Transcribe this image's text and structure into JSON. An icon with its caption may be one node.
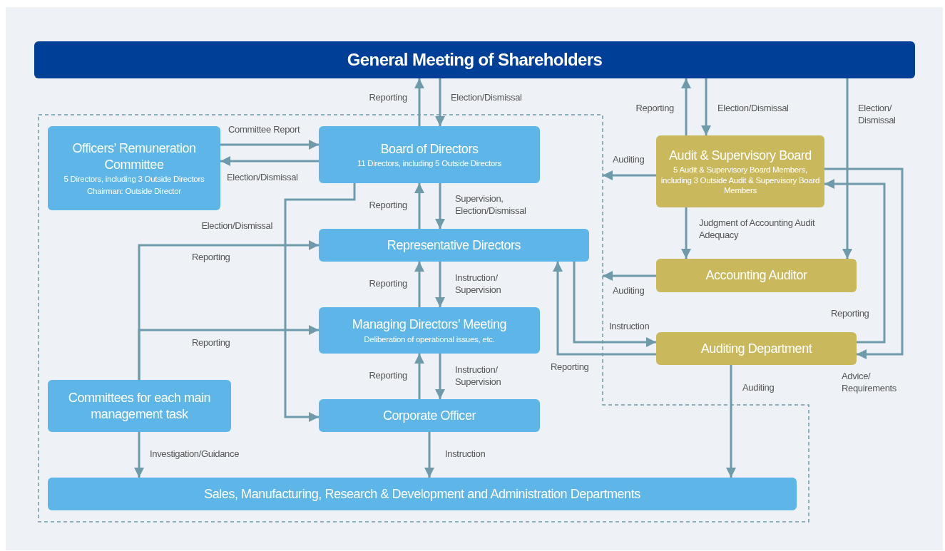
{
  "diagram": {
    "nodes": [
      {
        "text": [
          "General Meeting of Shareholders"
        ]
      },
      {
        "text": [],
        "shape": "box"
      },
      {
        "text": [
          "Officers’ Remuneration Committee",
          "5 Directors, including 3 Outside Directors",
          "Chairman: Outside Director"
        ],
        "in": 1
      },
      {
        "text": [
          "Board of Directors",
          "11 Directors, including 5 Outside Directors"
        ],
        "in": 1
      },
      {
        "text": [
          "Representative Directors"
        ],
        "in": 1
      },
      {
        "text": [
          "Managing Directors’ Meeting",
          "Deliberation of operational issues, etc."
        ],
        "in": 1
      },
      {
        "text": [
          "Committees for each main management task"
        ],
        "in": 1
      },
      {
        "text": [
          "Corporate Officer"
        ],
        "in": 1
      },
      {
        "text": [
          "Sales, Manufacturing, Research & Development and Administration Departments"
        ],
        "in": 1
      },
      {
        "text": [
          "Audit & Supervisory Board",
          "5 Audit & Supervisory Board Members, including 3 Outside Audit & Supervisory Board Members"
        ]
      },
      {
        "text": [
          "Accounting Auditor"
        ]
      },
      {
        "text": [
          "Auditing Department"
        ]
      }
    ],
    "edges": [
      {
        "from": 3,
        "to": 0,
        "arrow": "to",
        "label": "Reporting"
      },
      {
        "from": 0,
        "to": 3,
        "arrow": "to",
        "label": "Election/Dismissal"
      },
      {
        "from": 2,
        "to": 3,
        "arrow": "to",
        "label": "Committee Report"
      },
      {
        "from": 3,
        "to": 2,
        "arrow": "to",
        "label": "Election/Dismissal"
      },
      {
        "from": 3,
        "to": 7,
        "arrow": "to",
        "label": "Election/Dismissal"
      },
      {
        "from": 4,
        "to": 3,
        "arrow": "to",
        "label": "Reporting"
      },
      {
        "from": 3,
        "to": 4,
        "arrow": "to",
        "label": "Supervision, Election/Dismissal"
      },
      {
        "from": 6,
        "to": 4,
        "arrow": "to",
        "label": "Reporting"
      },
      {
        "from": 6,
        "to": 5,
        "arrow": "to",
        "label": "Reporting"
      },
      {
        "from": 5,
        "to": 4,
        "arrow": "to",
        "label": "Reporting"
      },
      {
        "from": 4,
        "to": 5,
        "arrow": "to",
        "label": "Instruction/ Supervision"
      },
      {
        "from": 7,
        "to": 5,
        "arrow": "to",
        "label": "Reporting"
      },
      {
        "from": 5,
        "to": 7,
        "arrow": "to",
        "label": "Instruction/ Supervision"
      },
      {
        "from": 6,
        "to": 8,
        "arrow": "to",
        "label": "Investigation/Guidance"
      },
      {
        "from": 7,
        "to": 8,
        "arrow": "to",
        "label": "Instruction"
      },
      {
        "from": 0,
        "to": 9,
        "arrow": "to",
        "label": "Election/Dismissal"
      },
      {
        "from": 9,
        "to": 0,
        "arrow": "to",
        "label": "Reporting"
      },
      {
        "from": 9,
        "to": 1,
        "arrow": "to",
        "label": "Auditing"
      },
      {
        "from": 9,
        "to": 10,
        "arrow": "to",
        "label": "Judgment of Accounting Audit Adequacy"
      },
      {
        "from": 0,
        "to": 10,
        "arrow": "to",
        "label": "Election/ Dismissal"
      },
      {
        "from": 10,
        "to": 1,
        "arrow": "to",
        "label": "Auditing"
      },
      {
        "from": 4,
        "to": 11,
        "arrow": "to",
        "label": "Instruction"
      },
      {
        "from": 11,
        "to": 4,
        "arrow": "to",
        "label": "Reporting"
      },
      {
        "from": 11,
        "to": 9,
        "arrow": "to",
        "label": "Reporting"
      },
      {
        "from": 9,
        "to": 11,
        "arrow": "to",
        "label": "Advice/ Requirements"
      },
      {
        "from": 11,
        "to": 8,
        "arrow": "to",
        "label": "Auditing"
      }
    ]
  }
}
